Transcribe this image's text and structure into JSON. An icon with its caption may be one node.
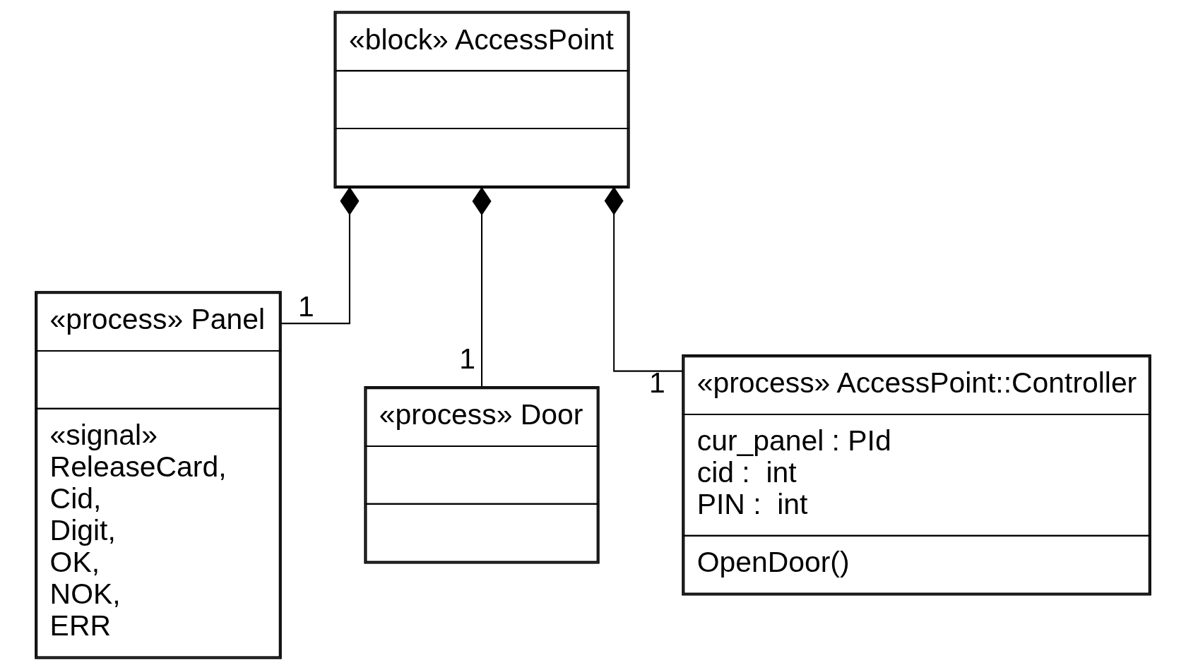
{
  "diagram": {
    "nodes": [
      {
        "text": [
          "«block» AccessPoint"
        ]
      },
      {
        "text": [
          "«process» Panel",
          "«signal»",
          "ReleaseCard,",
          "Cid,",
          "Digit,",
          "OK,",
          "NOK,",
          "ERR"
        ]
      },
      {
        "text": [
          "«process» Door"
        ]
      },
      {
        "text": [
          "«process» AccessPoint::Controller",
          "cur_panel : PId",
          "cid :  int",
          "PIN :  int",
          "OpenDoor()"
        ]
      }
    ],
    "edges": [
      {
        "from": 0,
        "to": 1,
        "arrow": "other",
        "label": "1"
      },
      {
        "from": 0,
        "to": 2,
        "arrow": "other",
        "label": "1"
      },
      {
        "from": 0,
        "to": 3,
        "arrow": "other",
        "label": "1"
      }
    ]
  }
}
